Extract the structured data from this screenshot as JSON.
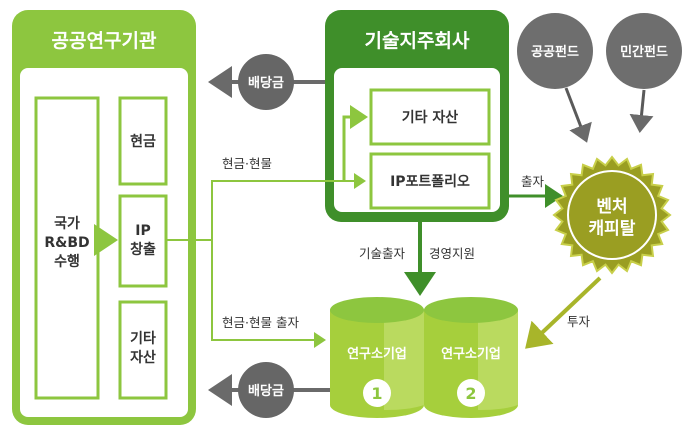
{
  "public_institute": {
    "title": "공공연구기관",
    "national_rnd": [
      "국가",
      "R&BD",
      "수행"
    ],
    "cash": "현금",
    "ip_creation": [
      "IP",
      "창출"
    ],
    "other_assets": [
      "기타",
      "자산"
    ]
  },
  "tech_holding": {
    "title": "기술지주회사",
    "other_assets": "기타 자산",
    "ip_portfolio": "IP포트폴리오"
  },
  "funds": {
    "public": "공공펀드",
    "private": "민간펀드"
  },
  "vc": [
    "벤처",
    "캐피탈"
  ],
  "spinoffs": [
    {
      "label": "연구소기업",
      "number": "1"
    },
    {
      "label": "연구소기업",
      "number": "2"
    }
  ],
  "flows": {
    "dividend_top": "배당금",
    "dividend_bottom": "배당금",
    "cash_inkind": "현금·현물",
    "cash_inkind_invest": "현금·현물 출자",
    "invest_to_vc": "출자",
    "tech_invest": "기술출자",
    "mgmt_support": "경영지원",
    "vc_invest": "투자"
  },
  "colors": {
    "green": "#8dc63f",
    "dark_green": "#3f8f2a",
    "olive": "#9a9e22",
    "gray": "#707070",
    "dark_gray": "#555555",
    "cylinder": "#a6cf3c"
  }
}
